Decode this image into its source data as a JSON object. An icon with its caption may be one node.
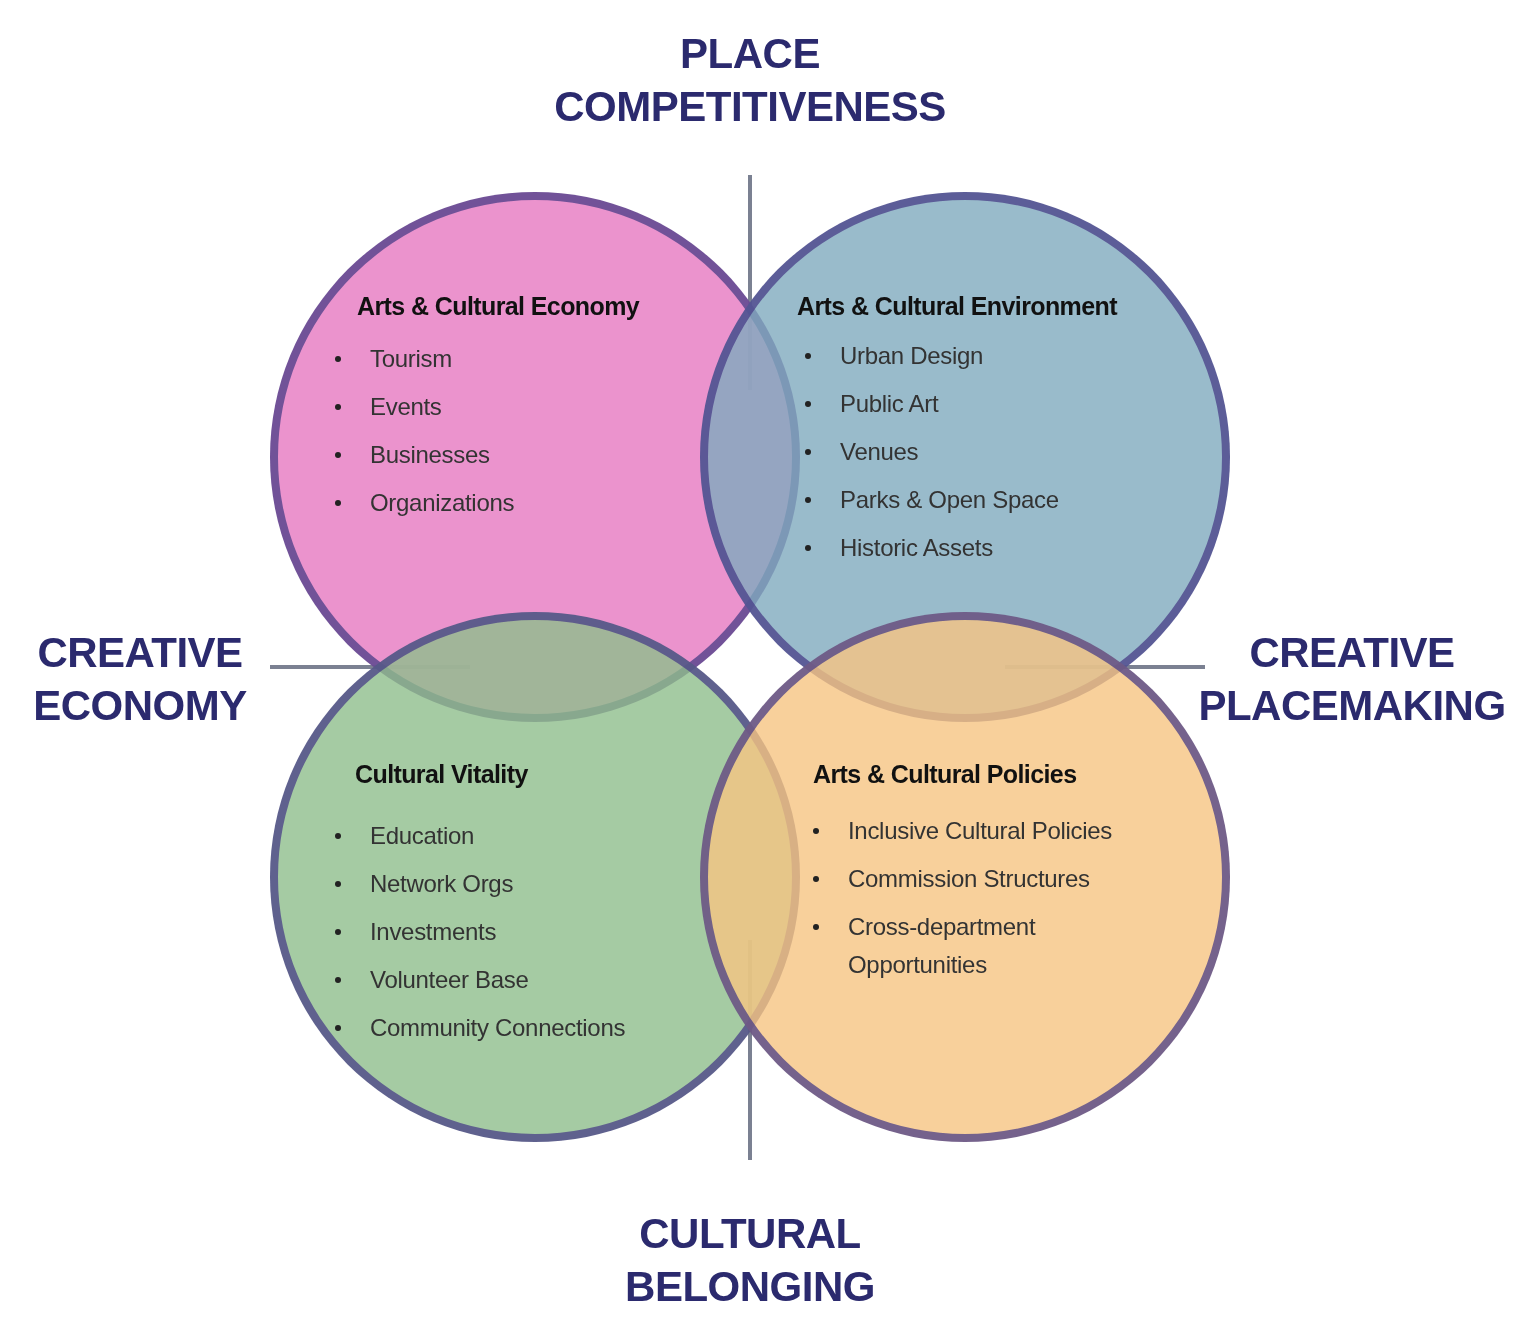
{
  "diagram": {
    "nodes": [
      {
        "text": [
          "Arts & Cultural Economy",
          "Tourism",
          "Events",
          "Businesses",
          "Organizations"
        ]
      },
      {
        "text": [
          "Arts & Cultural Environment",
          "Urban Design",
          "Public Art",
          "Venues",
          "Parks & Open Space",
          "Historic Assets"
        ]
      },
      {
        "text": [
          "Cultural Vitality",
          "Education",
          "Network Orgs",
          "Investments",
          "Volunteer Base",
          "Community Connections"
        ]
      },
      {
        "text": [
          "Arts & Cultural Policies",
          "Inclusive Cultural Policies",
          "Commission Structures",
          "Cross-department Opportunities"
        ]
      }
    ],
    "labels": [
      "PLACE COMPETITIVENESS",
      "CREATIVE ECONOMY",
      "CREATIVE PLACEMAKING",
      "CULTURAL BELONGING"
    ]
  }
}
